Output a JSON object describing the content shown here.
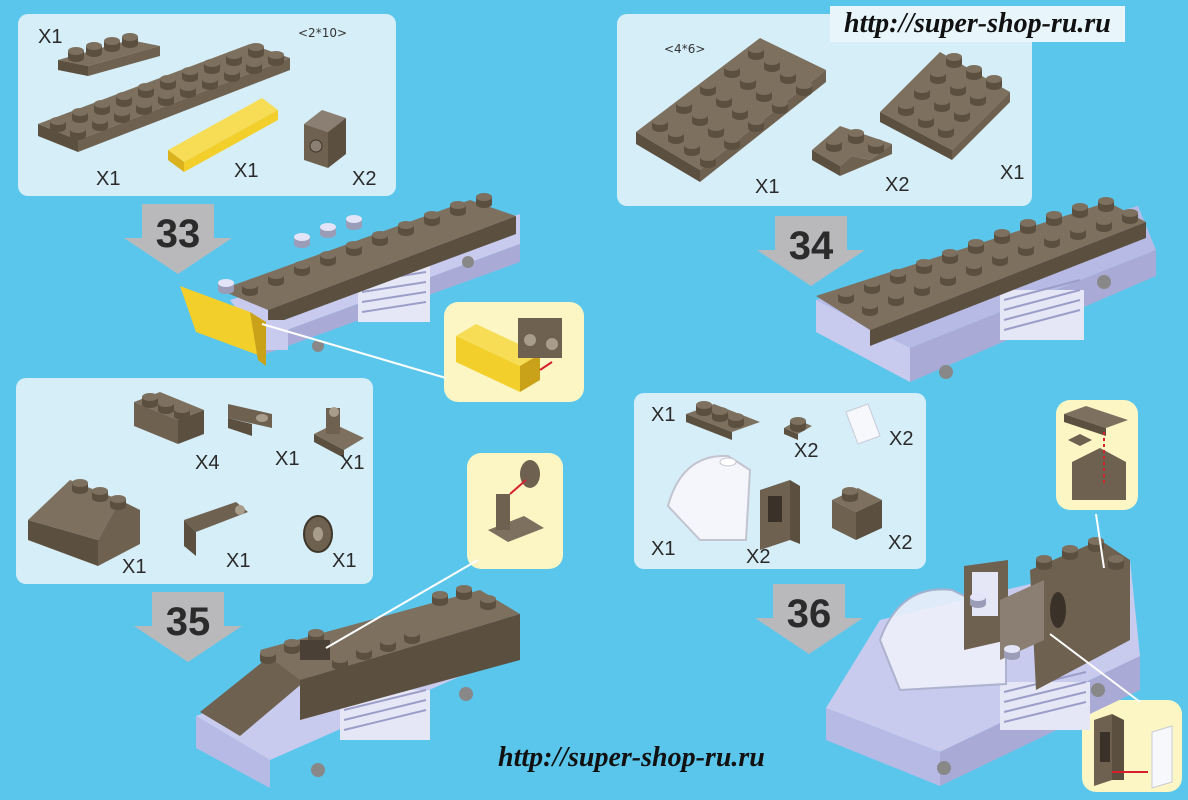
{
  "watermark": {
    "top": "http://super-shop-ru.ru",
    "bottom": "http://super-shop-ru.ru"
  },
  "steps": [
    "33",
    "34",
    "35",
    "36"
  ],
  "panel33": {
    "qty_plate_small": "X1",
    "size_note": "<2*10>",
    "qty_plate_long": "X1",
    "qty_tile_yellow": "X1",
    "qty_brick_side": "X2"
  },
  "panel34": {
    "size_note": "<4*6>",
    "qty_plate_4x6": "X1",
    "qty_corner": "X2",
    "qty_plate_4x4": "X1"
  },
  "panel35": {
    "qty_brick_1x3": "X4",
    "qty_bracket": "X1",
    "qty_stand": "X1",
    "qty_slope": "X1",
    "qty_clip": "X1",
    "qty_wheel": "X1"
  },
  "panel36": {
    "qty_plate": "X1",
    "qty_stud": "X2",
    "qty_glass_panel": "X2",
    "qty_windscreen": "X1",
    "qty_window_frame": "X2",
    "qty_brick_side": "X2"
  },
  "colors": {
    "background": "#5bc6ec",
    "panel": "#d6eef8",
    "callout": "#fbf6c4",
    "brick_dark": "#6e6150",
    "brick_yellow": "#f2cf2a",
    "body_lavender": "#c9cbee",
    "arrow_gray": "#b9b9bc"
  }
}
